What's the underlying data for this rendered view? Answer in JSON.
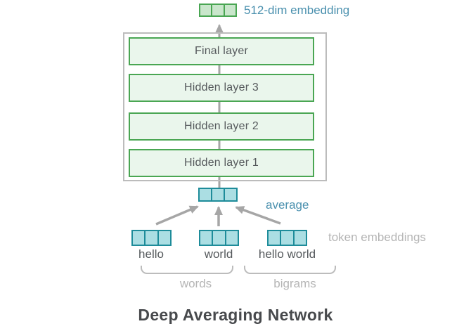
{
  "colors": {
    "green-border": "#4aa653",
    "green-fill-light": "#eaf6ec",
    "green-cell-fill": "#c9e6cb",
    "teal-border": "#1e8c9a",
    "teal-fill": "#abdee3",
    "teal-text": "#4a90ae",
    "gray-line": "#a6a6a6",
    "gray-border": "#bcbcbc",
    "gray-text-light": "#b5b5b5",
    "text-dark": "#55595c",
    "title-color": "#47494c"
  },
  "diagram": {
    "output_label": "512-dim embedding",
    "layers": [
      {
        "label": "Final layer"
      },
      {
        "label": "Hidden layer 3"
      },
      {
        "label": "Hidden layer 2"
      },
      {
        "label": "Hidden layer 1"
      }
    ],
    "average_label": "average",
    "tokens": [
      {
        "label": "hello"
      },
      {
        "label": "world"
      },
      {
        "label": "hello world"
      }
    ],
    "token_embeddings_label": "token embeddings",
    "groups": [
      {
        "label": "words"
      },
      {
        "label": "bigrams"
      }
    ],
    "title": "Deep Averaging Network"
  }
}
